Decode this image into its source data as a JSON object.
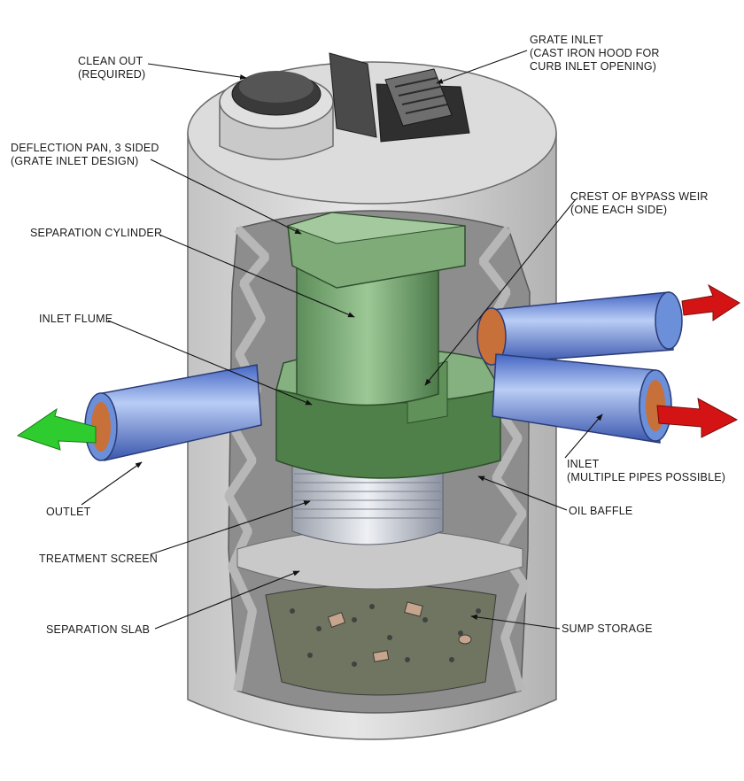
{
  "labels": {
    "clean_out": [
      "CLEAN OUT",
      "(REQUIRED)"
    ],
    "grate_inlet": [
      "GRATE INLET",
      "(CAST IRON HOOD FOR",
      "CURB INLET OPENING)"
    ],
    "deflection_pan": [
      "DEFLECTION PAN, 3 SIDED",
      "(GRATE INLET DESIGN)"
    ],
    "crest_bypass_weir": [
      "CREST OF BYPASS WEIR",
      "(ONE EACH SIDE)"
    ],
    "separation_cylinder": [
      "SEPARATION CYLINDER"
    ],
    "inlet_flume": [
      "INLET FLUME"
    ],
    "inlet": [
      "INLET",
      "(MULTIPLE PIPES POSSIBLE)"
    ],
    "outlet": [
      "OUTLET"
    ],
    "oil_baffle": [
      "OIL BAFFLE"
    ],
    "treatment_screen": [
      "TREATMENT SCREEN"
    ],
    "separation_slab": [
      "SEPARATION SLAB"
    ],
    "sump_storage": [
      "SUMP STORAGE"
    ]
  },
  "colors": {
    "concrete": "#d6d6d6",
    "concrete_dark": "#a9a9a9",
    "green": "#6f9e6b",
    "green_dark": "#3f6b3c",
    "pipe_blue": "#6b8fd9",
    "pipe_inner": "#c8703a",
    "arrow_red": "#d41414",
    "arrow_green": "#2ecc2e",
    "screen": "#c9cdd6"
  }
}
